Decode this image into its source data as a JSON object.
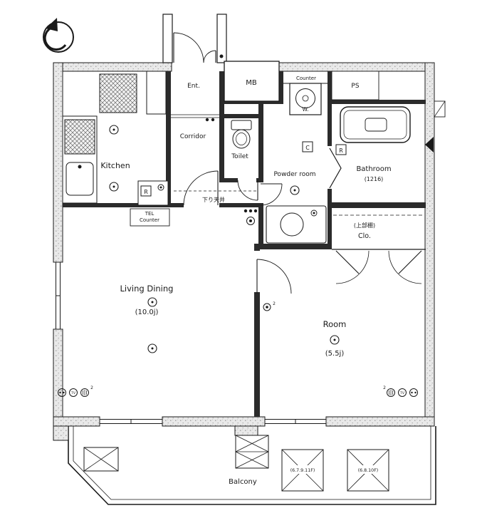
{
  "colors": {
    "paper": "#ffffff",
    "ink": "#1a1a1a",
    "wall_fill": "#e9e9e9"
  },
  "floor_plan": {
    "rooms": {
      "entrance": "Ent.",
      "corridor": "Corridor",
      "kitchen": "Kitchen",
      "toilet": "Toilet",
      "powder_room": "Powder room",
      "bathroom": {
        "name": "Bathroom",
        "size": "(1216)"
      },
      "living_dining": {
        "name": "Living Dining",
        "size": "(10.0j)"
      },
      "western_room": {
        "name": "Room",
        "size": "(5.5j)"
      },
      "closet": {
        "name": "Clo.",
        "note": "(上部棚)"
      },
      "balcony": "Balcony"
    },
    "service": {
      "meter_box": "MB",
      "pipe_space": "PS"
    },
    "fixtures": {
      "washer": "W.",
      "counter": "Counter",
      "fridge_mark": "R",
      "controller_left": "C",
      "controller_right": "R",
      "tv_outlet": "TV",
      "outlet_count": "2"
    },
    "annotations": {
      "lowered_ceiling": "下り天井",
      "tel_counter": [
        "TEL",
        "Counter"
      ],
      "ac_floor_notes": [
        "(6.7.9.11F)",
        "(6.8.10F)"
      ]
    }
  }
}
